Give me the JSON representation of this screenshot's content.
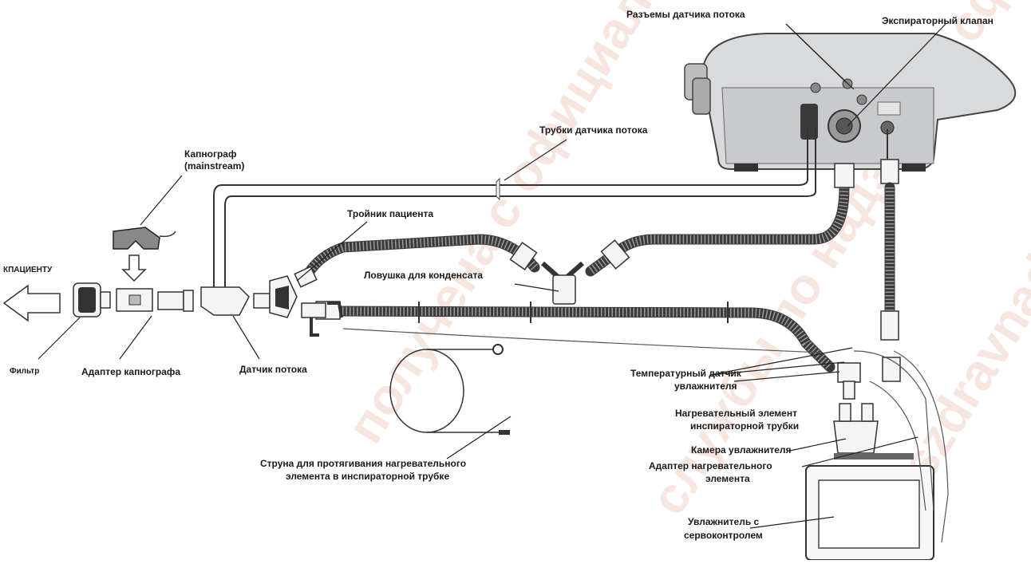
{
  "labels": {
    "flow_sensor_connectors": "Разъемы датчика потока",
    "expiratory_valve": "Экспираторный клапан",
    "flow_sensor_tubes": "Трубки датчика потока",
    "capnograph_line1": "Капнограф",
    "capnograph_line2": "(mainstream)",
    "patient_tee": "Тройник пациента",
    "to_patient": "КПАЦИЕНТУ",
    "condensate_trap": "Ловушка для конденсата",
    "filter": "Фильтр",
    "capnograph_adapter": "Адаптер капнографа",
    "flow_sensor": "Датчик потока",
    "humidifier_temp_sensor_line1": "Температурный датчик",
    "humidifier_temp_sensor_line2": "увлажнителя",
    "heating_element_line1": "Нагревательный элемент",
    "heating_element_line2": "инспираторной трубки",
    "humidifier_chamber": "Камера увлажнителя",
    "heater_adapter_line1": "Адаптер нагревательного",
    "heater_adapter_line2": "элемента",
    "heater_string_line1": "Струна для протягивания нагревательного",
    "heater_string_line2": "элемента в инспираторной трубке",
    "servo_humidifier_line1": "Увлажнитель с",
    "servo_humidifier_line2": "сервоконтролем"
  },
  "watermark": {
    "lines": [
      "получена с официального",
      "службы по надзору в сфере",
      "roszdravnadzor.ru"
    ]
  }
}
